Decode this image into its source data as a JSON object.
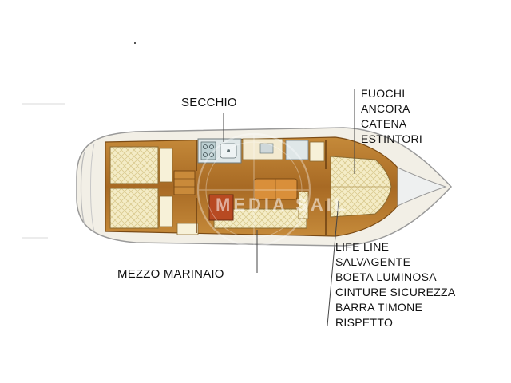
{
  "labels": {
    "secchio": "SECCHIO",
    "mezzo_marinaio": "MEZZO MARINAIO",
    "bow_items": [
      "FUOCHI",
      "ANCORA",
      "CATENA",
      "ESTINTORI"
    ],
    "port_items": [
      "LIFE LINE",
      "SALVAGENTE",
      "BOETA LUMINOSA",
      "CINTURE SICUREZZA",
      "BARRA TIMONE",
      "RISPETTO"
    ]
  },
  "watermark": "MEDIA SAIL",
  "colors": {
    "hull": "#f2efe6",
    "hull_stroke": "#9a9a9a",
    "deck": "#b77a2c",
    "deck_dark": "#8a5318",
    "cushion": "#f4ecc6",
    "table": "#d98f3a",
    "callout": "#444444"
  },
  "icons": [
    "cooker-icon",
    "sink-icon",
    "wheel-icon"
  ]
}
